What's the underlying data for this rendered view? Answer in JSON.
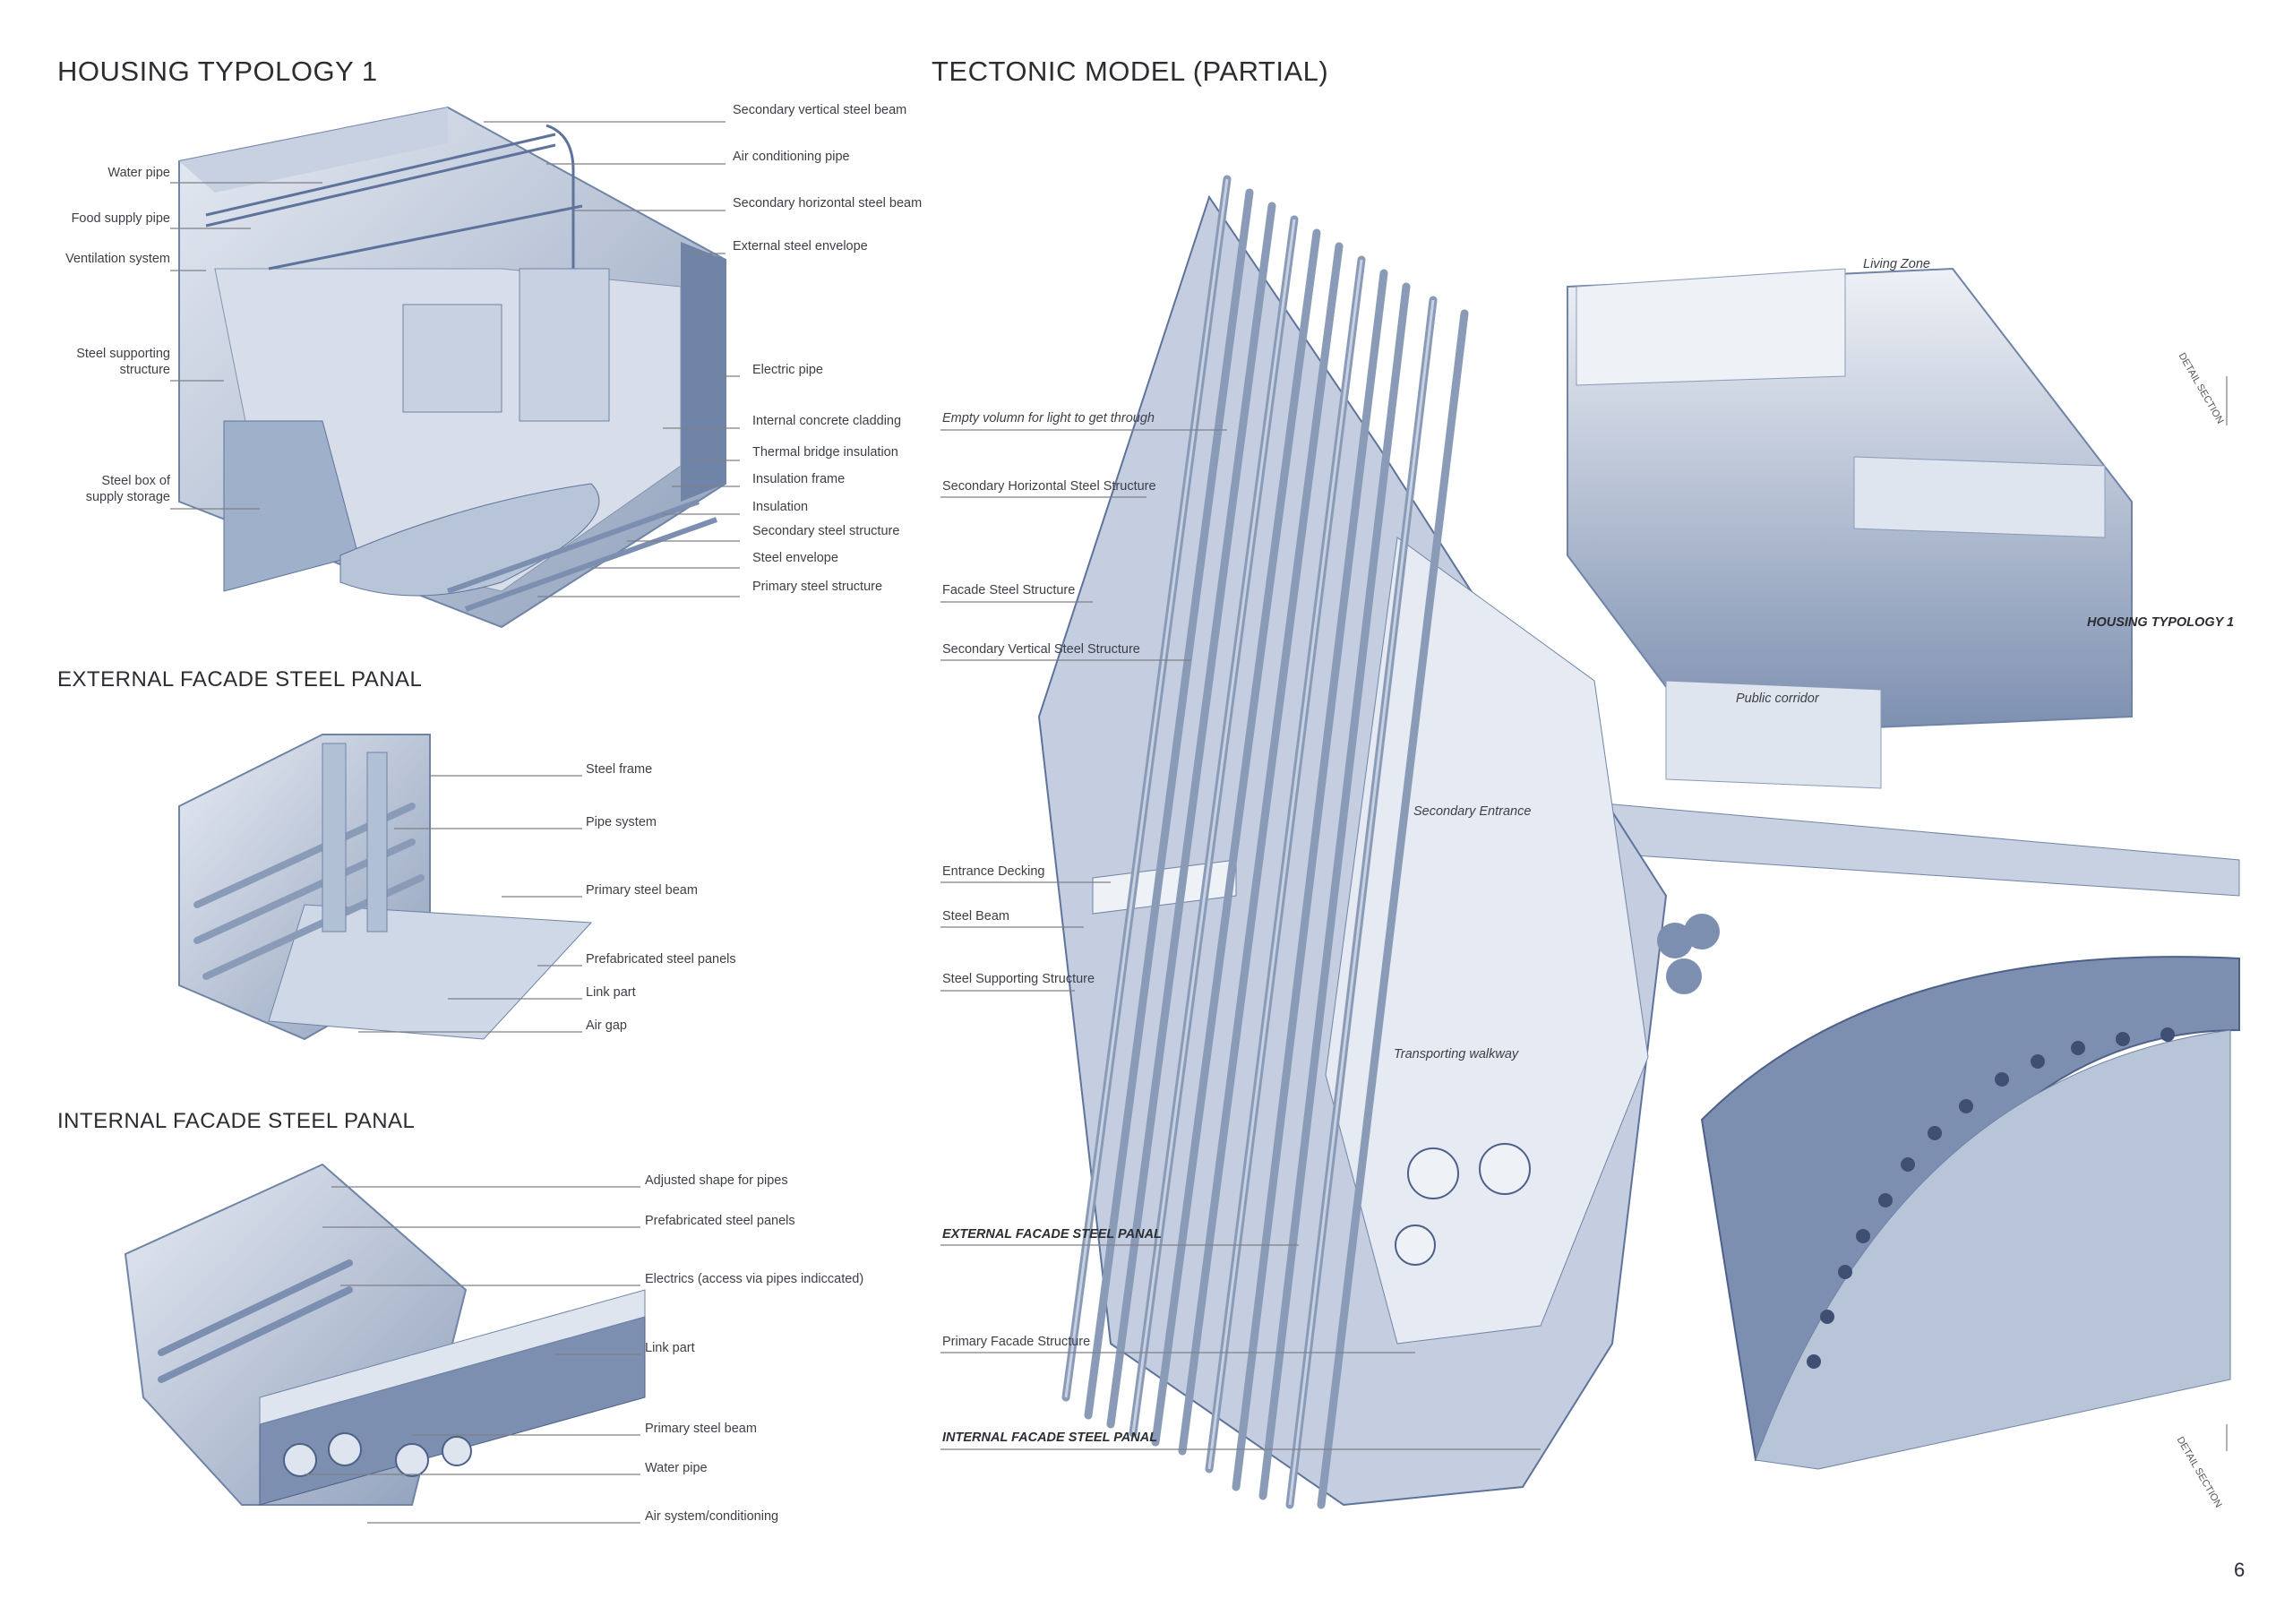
{
  "page_number": "6",
  "sections": {
    "housing": {
      "title": "HOUSING TYPOLOGY 1",
      "labels": {
        "secondary_vertical_steel_beam": "Secondary vertical steel beam",
        "air_conditioning_pipe": "Air conditioning pipe",
        "secondary_horizontal_steel_beam": "Secondary horizontal steel beam",
        "external_steel_envelope": "External steel envelope",
        "electric_pipe": "Electric pipe",
        "internal_concrete_cladding": "Internal concrete cladding",
        "thermal_bridge_insulation": "Thermal bridge insulation",
        "insulation_frame": "Insulation frame",
        "insulation": "Insulation",
        "secondary_steel_structure": "Secondary steel structure",
        "steel_envelope": "Steel envelope",
        "primary_steel_structure": "Primary steel structure",
        "water_pipe": "Water pipe",
        "food_supply_pipe": "Food supply pipe",
        "ventilation_system": "Ventilation system",
        "steel_supporting_structure_1": "Steel supporting",
        "steel_supporting_structure_2": "structure",
        "steel_box_1": "Steel box of",
        "steel_box_2": "supply storage"
      }
    },
    "external_panel": {
      "title": "EXTERNAL FACADE STEEL PANAL",
      "labels": {
        "steel_frame": "Steel frame",
        "pipe_system": "Pipe system",
        "primary_steel_beam": "Primary steel beam",
        "prefabricated_steel_panels": "Prefabricated steel panels",
        "link_part": "Link part",
        "air_gap": "Air gap"
      }
    },
    "internal_panel": {
      "title": "INTERNAL FACADE STEEL PANAL",
      "labels": {
        "adjusted_shape": "Adjusted shape for pipes",
        "prefabricated_steel_panels": "Prefabricated steel panels",
        "electrics": "Electrics (access via pipes indiccated)",
        "link_part": "Link part",
        "primary_steel_beam": "Primary steel beam",
        "water_pipe": "Water pipe",
        "air_system": "Air system/conditioning"
      }
    },
    "tectonic": {
      "title": "TECTONIC MODEL (PARTIAL)",
      "labels": {
        "living_zone": "Living Zone",
        "detail_section_top": "DETAIL SECTION",
        "empty_volumn": "Empty volumn for light to get through",
        "secondary_horizontal_steel_structure": "Secondary Horizontal Steel Structure",
        "facade_steel_structure": "Facade Steel Structure",
        "secondary_vertical_steel_structure": "Secondary Vertical Steel Structure",
        "housing_typology_1": "HOUSING TYPOLOGY 1",
        "public_corridor": "Public corridor",
        "secondary_entrance": "Secondary Entrance",
        "entrance_decking": "Entrance Decking",
        "steel_beam": "Steel Beam",
        "steel_supporting_structure": "Steel Supporting Structure",
        "transporting_walkway": "Transporting walkway",
        "external_facade_steel_panal": "EXTERNAL FACADE STEEL PANAL",
        "primary_facade_structure": "Primary Facade Structure",
        "internal_facade_steel_panal": "INTERNAL FACADE STEEL PANAL",
        "detail_section_bottom": "DETAIL SECTION"
      }
    }
  },
  "colors": {
    "steel_light": "#dfe5ef",
    "steel_mid": "#a8b6cc",
    "steel_dark": "#6f84a6",
    "steel_deep": "#4c6089",
    "leader": "#7d8088"
  }
}
